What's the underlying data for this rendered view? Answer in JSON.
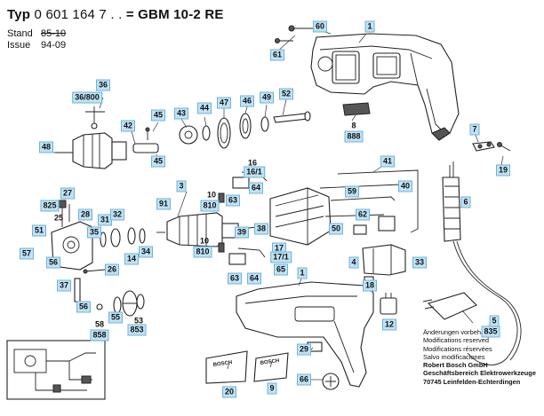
{
  "header": {
    "typ_label": "Typ",
    "part_number": "0 601 164 7 . .",
    "equals": "=",
    "model": "GBM 10-2 RE",
    "stand_label": "Stand",
    "stand_old": "85-10",
    "issue_label": "Issue",
    "issue_value": "94-09"
  },
  "footer": {
    "lines": [
      "Änderungen vorbehalten",
      "Modifications reserved",
      "Modifications réservées",
      "Salvo modificaciones"
    ],
    "company": "Robert Bosch GmbH",
    "division": "Geschäftsbereich Elektrowerkzeuge",
    "address": "70745 Leinfelden-Echterdingen"
  },
  "badges": {
    "logo": "BOSCH"
  },
  "callouts": {
    "c1a": "1",
    "c60": "60",
    "c61": "61",
    "c8": "8",
    "c888": "888",
    "c7": "7",
    "c19": "19",
    "c36": "36",
    "c36_800": "36/800",
    "c45a": "45",
    "c44": "44",
    "c47": "47",
    "c46": "46",
    "c49": "49",
    "c52": "52",
    "c43": "43",
    "c42": "42",
    "c48": "48",
    "c45b": "45",
    "c16": "16",
    "c16_1": "16/1",
    "c41": "41",
    "c3": "3",
    "c10a": "10",
    "c810a": "810",
    "c91": "91",
    "c64a": "64",
    "c63a": "63",
    "c62": "62",
    "c59": "59",
    "c40": "40",
    "c6": "6",
    "c27": "27",
    "c825": "825",
    "c25": "25",
    "c28": "28",
    "c31": "31",
    "c32": "32",
    "c35": "35",
    "c51": "51",
    "c57": "57",
    "c56a": "56",
    "c14": "14",
    "c34": "34",
    "c26": "26",
    "c39": "39",
    "c38": "38",
    "c50": "50",
    "c10b": "10",
    "c810b": "810",
    "c17": "17",
    "c17_1": "17/1",
    "c65": "65",
    "c1b": "1",
    "c4": "4",
    "c33": "33",
    "c37": "37",
    "c63b": "63",
    "c64b": "64",
    "c18": "18",
    "c12": "12",
    "c56b": "56",
    "c55": "55",
    "c58": "58",
    "c858": "858",
    "c53": "53",
    "c853": "853",
    "c5": "5",
    "c835": "835",
    "c29": "29",
    "c66": "66",
    "c20": "20",
    "c9": "9"
  }
}
